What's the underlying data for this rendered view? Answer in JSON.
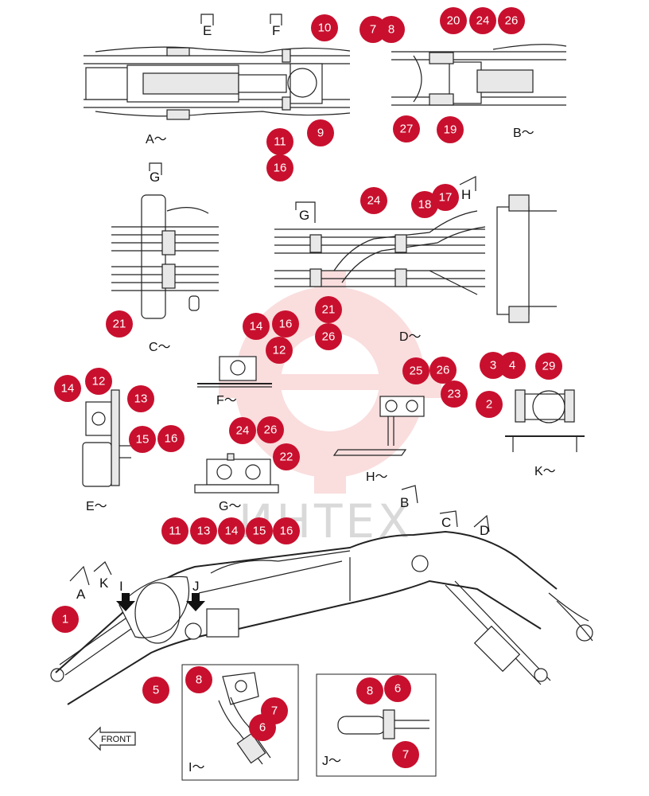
{
  "watermark": "ИНТЕХ",
  "front_label": "FRONT",
  "views": {
    "A": "A～",
    "B": "B～",
    "C": "C～",
    "D": "D～",
    "E": "E～",
    "F": "F～",
    "G": "G～",
    "H": "H～",
    "I": "I～",
    "J": "J～",
    "K": "K～"
  },
  "section_markers": {
    "E": "E",
    "F": "F",
    "G1": "G",
    "G2": "G",
    "H": "H",
    "A": "A",
    "K": "K",
    "I": "I",
    "J": "J",
    "B": "B",
    "C": "C",
    "D": "D"
  },
  "callouts": {
    "c10": "10",
    "c9": "9",
    "c11": "11",
    "c16a": "16",
    "c7a": "7",
    "c8a": "8",
    "c20": "20",
    "c24a": "24",
    "c26a": "26",
    "c27": "27",
    "c19": "19",
    "c24b": "24",
    "c18": "18",
    "c17": "17",
    "c21a": "21",
    "c26b": "26",
    "c21b": "21",
    "c14a": "14",
    "c16b": "16",
    "c12a": "12",
    "c14b": "14",
    "c12b": "12",
    "c13a": "13",
    "c15a": "15",
    "c16c": "16",
    "c25": "25",
    "c26c": "26",
    "c23": "23",
    "c3": "3",
    "c4": "4",
    "c29": "29",
    "c2": "2",
    "c24c": "24",
    "c26d": "26",
    "c22": "22",
    "c11b": "11",
    "c13b": "13",
    "c14c": "14",
    "c15b": "15",
    "c16d": "16",
    "c1": "1",
    "c5": "5",
    "c8b": "8",
    "c7b": "7",
    "c6a": "6",
    "c8c": "8",
    "c6b": "6",
    "c7c": "7"
  },
  "colors": {
    "callout_fill": "#c8102e",
    "watermark": "#e23b3b"
  }
}
